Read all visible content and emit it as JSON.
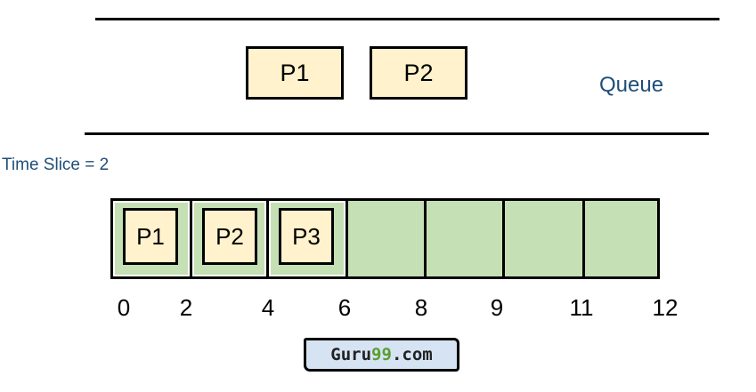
{
  "queue": {
    "label": "Queue",
    "items": [
      "P1",
      "P2"
    ]
  },
  "time_slice_label": "Time Slice = 2",
  "timeline": {
    "processes": [
      "P1",
      "P2",
      "P3"
    ],
    "ticks": [
      "0",
      "2",
      "4",
      "6",
      "8",
      "9",
      "11",
      "12"
    ]
  },
  "logo": {
    "text_pre": "Guru",
    "text_accent": "99",
    "text_post": ".com"
  },
  "colors": {
    "process_fill": "#fff2cc",
    "timeline_fill": "#c5e0b4",
    "label_text": "#1f4e79",
    "logo_fill": "#d6e3f3",
    "logo_accent": "#5a9e2f"
  }
}
